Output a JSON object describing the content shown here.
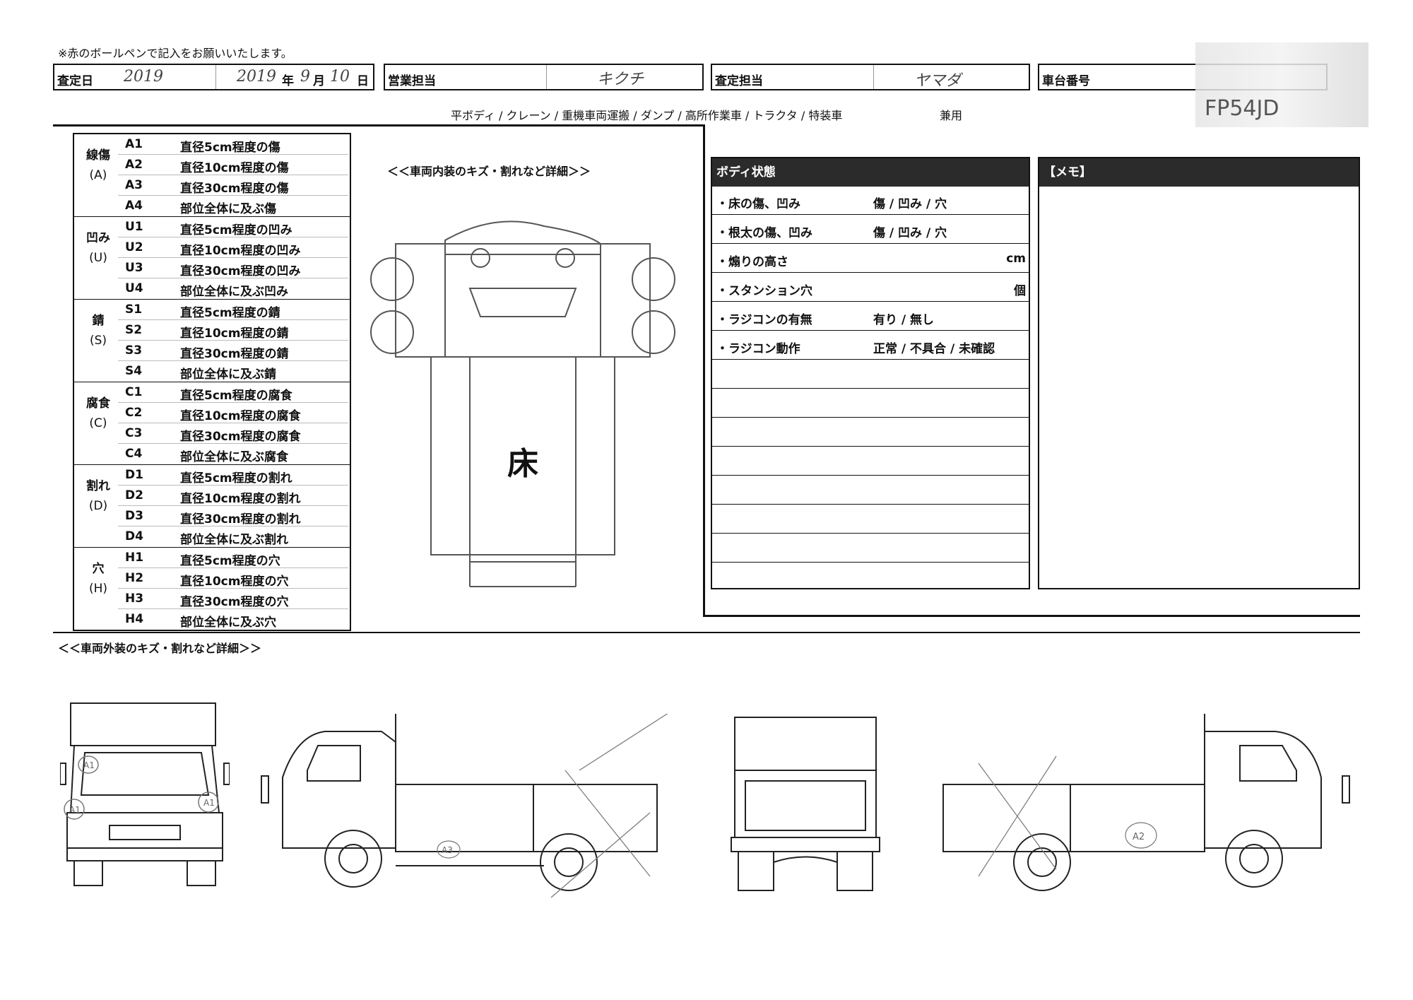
{
  "header": {
    "note": "※赤のボールペンで記入をお願いいたします。",
    "date_label": "査定日",
    "date_year_hw": "2019",
    "date_full_hw_year": "2019",
    "year_char": "年",
    "month_hw": "9",
    "month_char": "月",
    "day_hw": "10",
    "day_char": "日",
    "sales_label": "営業担当",
    "sales_hw": "キクチ",
    "assessor_label": "査定担当",
    "assessor_hw": "ヤマダ",
    "chassis_label": "車台番号",
    "chassis_hw": "FP54JD",
    "body_types": "平ボディ / クレーン / 重機車両運搬 / ダンプ / 高所作業車 / トラクタ / 特装車",
    "combined": "兼用"
  },
  "legend": [
    {
      "cat": "線傷",
      "code": "(A)",
      "rows": [
        {
          "code": "A1",
          "desc": "直径5cm程度の傷"
        },
        {
          "code": "A2",
          "desc": "直径10cm程度の傷"
        },
        {
          "code": "A3",
          "desc": "直径30cm程度の傷"
        },
        {
          "code": "A4",
          "desc": "部位全体に及ぶ傷"
        }
      ]
    },
    {
      "cat": "凹み",
      "code": "(U)",
      "rows": [
        {
          "code": "U1",
          "desc": "直径5cm程度の凹み"
        },
        {
          "code": "U2",
          "desc": "直径10cm程度の凹み"
        },
        {
          "code": "U3",
          "desc": "直径30cm程度の凹み"
        },
        {
          "code": "U4",
          "desc": "部位全体に及ぶ凹み"
        }
      ]
    },
    {
      "cat": "錆",
      "code": "(S)",
      "rows": [
        {
          "code": "S1",
          "desc": "直径5cm程度の錆"
        },
        {
          "code": "S2",
          "desc": "直径10cm程度の錆"
        },
        {
          "code": "S3",
          "desc": "直径30cm程度の錆"
        },
        {
          "code": "S4",
          "desc": "部位全体に及ぶ錆"
        }
      ]
    },
    {
      "cat": "腐食",
      "code": "(C)",
      "rows": [
        {
          "code": "C1",
          "desc": "直径5cm程度の腐食"
        },
        {
          "code": "C2",
          "desc": "直径10cm程度の腐食"
        },
        {
          "code": "C3",
          "desc": "直径30cm程度の腐食"
        },
        {
          "code": "C4",
          "desc": "部位全体に及ぶ腐食"
        }
      ]
    },
    {
      "cat": "割れ",
      "code": "(D)",
      "rows": [
        {
          "code": "D1",
          "desc": "直径5cm程度の割れ"
        },
        {
          "code": "D2",
          "desc": "直径10cm程度の割れ"
        },
        {
          "code": "D3",
          "desc": "直径30cm程度の割れ"
        },
        {
          "code": "D4",
          "desc": "部位全体に及ぶ割れ"
        }
      ]
    },
    {
      "cat": "穴",
      "code": "(H)",
      "rows": [
        {
          "code": "H1",
          "desc": "直径5cm程度の穴"
        },
        {
          "code": "H2",
          "desc": "直径10cm程度の穴"
        },
        {
          "code": "H3",
          "desc": "直径30cm程度の穴"
        },
        {
          "code": "H4",
          "desc": "部位全体に及ぶ穴"
        }
      ]
    }
  ],
  "interior": {
    "title": "＜＜車両内装のキズ・割れなど詳細＞＞",
    "floor_label": "床"
  },
  "body_state": {
    "title": "ボディ状態",
    "rows": [
      {
        "label": "・床の傷、凹み",
        "value": "傷 / 凹み / 穴",
        "unit": ""
      },
      {
        "label": "・根太の傷、凹み",
        "value": "傷 / 凹み / 穴",
        "unit": ""
      },
      {
        "label": "・煽りの高さ",
        "value": "",
        "unit": "cm"
      },
      {
        "label": "・スタンション穴",
        "value": "",
        "unit": "個"
      },
      {
        "label": "・ラジコンの有無",
        "value": "有り / 無し",
        "unit": ""
      },
      {
        "label": "・ラジコン動作",
        "value": "正常 / 不具合 / 未確認",
        "unit": ""
      }
    ]
  },
  "memo": {
    "title": "【メモ】"
  },
  "exterior": {
    "title": "＜＜車両外装のキズ・割れなど詳細＞＞",
    "marks": [
      "A1",
      "A1",
      "A1",
      "A3",
      "A2"
    ]
  }
}
